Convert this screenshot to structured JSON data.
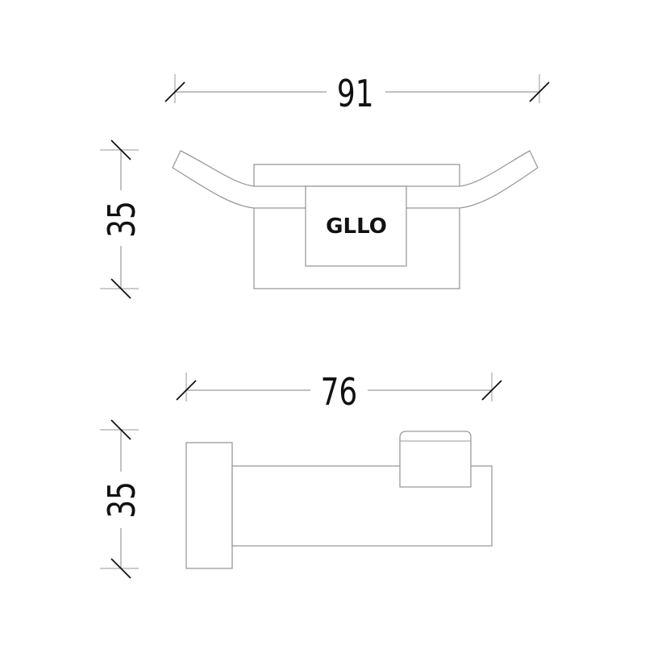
{
  "front_view": {
    "width_dim": "91",
    "height_dim": "35",
    "brand_logo": "GLLO"
  },
  "side_view": {
    "depth_dim": "76",
    "height_dim": "35"
  },
  "colors": {
    "line": "#9a9a9a",
    "tick": "#111111",
    "text": "#111111",
    "background": "#ffffff"
  }
}
